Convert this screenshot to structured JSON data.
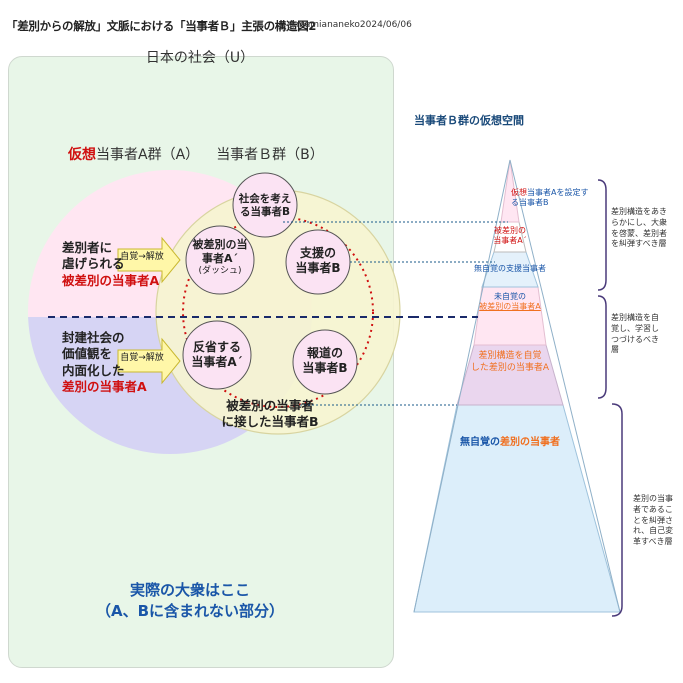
{
  "header": {
    "title": "「差別からの解放」文脈における「当事者Ｂ」主張の構造図2",
    "handle": "@mamiananeko2024/06/06"
  },
  "society": {
    "label": "日本の社会（U）"
  },
  "group_a": {
    "label_prefix": "仮想",
    "label_rest": "当事者A群（A）",
    "upper": {
      "line1": "差別者に",
      "line2": "虐げられる",
      "line3": "被差別の当事者A"
    },
    "lower": {
      "line1": "封建社会の",
      "line2": "価値観を",
      "line3": "内面化した",
      "line4": "差別の当事者A"
    },
    "arrow_label": "自覚→解放"
  },
  "group_b": {
    "label": "当事者Ｂ群（B）",
    "circles": {
      "consider": {
        "line1": "社会を考え",
        "line2": "る当事者B"
      },
      "victim_dash": {
        "line1": "被差別の当",
        "line2": "事者A´",
        "line3": "(ダッシュ)"
      },
      "support": {
        "line1": "支援の",
        "line2": "当事者B"
      },
      "reflect": {
        "line1": "反省する",
        "line2": "当事者A´"
      },
      "report": {
        "line1": "報道の",
        "line2": "当事者B"
      }
    },
    "contact": {
      "line1": "被差別の当事者",
      "line2": "に接した当事者B"
    }
  },
  "masses": {
    "line1": "実際の大衆はここ",
    "line2": "（A、Bに含まれない部分）"
  },
  "pyramid": {
    "title": "当事者Ｂ群の仮想空間",
    "levels": [
      {
        "key": "top",
        "line1_a": "仮想",
        "line1_b": "当事者Aを設定す",
        "line2": "る当事者B",
        "color": "#ffe6f2"
      },
      {
        "key": "victim",
        "line1": "被差別の",
        "line2": "当事者A´",
        "color": "#ffffff"
      },
      {
        "key": "support",
        "line1": "無自覚の支援当事者",
        "color": "#e4f1fb"
      },
      {
        "key": "unaware",
        "line1": "未自覚の",
        "line2": "被差別の当事者A",
        "color": "#ffe6f2"
      },
      {
        "key": "aware",
        "line1": "差別構造を自覚",
        "line2": "した差別の当事者A",
        "color": "#ead6ee"
      },
      {
        "key": "unaware_disc",
        "line1_a": "無自覚の",
        "line1_b": "差別の当事者",
        "color": "#dceefa"
      }
    ],
    "notes": [
      {
        "text": "差別構造をあきらかにし、大衆を啓蒙、差別者を糾弾すべき層"
      },
      {
        "text": "差別構造を自覚し、学習しつづけるべき層"
      },
      {
        "text": "差別の当事者であることを糾弾され、自己変革すべき層"
      }
    ]
  },
  "colors": {
    "group_a_upper": "#ffe6f2",
    "group_a_lower": "#d6d4f4",
    "group_b": "#f6f4d0",
    "inner_circle": "#fbe3f3",
    "accent_red": "#d01010",
    "accent_orange": "#f07020",
    "accent_blue": "#1a56a8",
    "arrow_fill": "#fff7a8"
  }
}
